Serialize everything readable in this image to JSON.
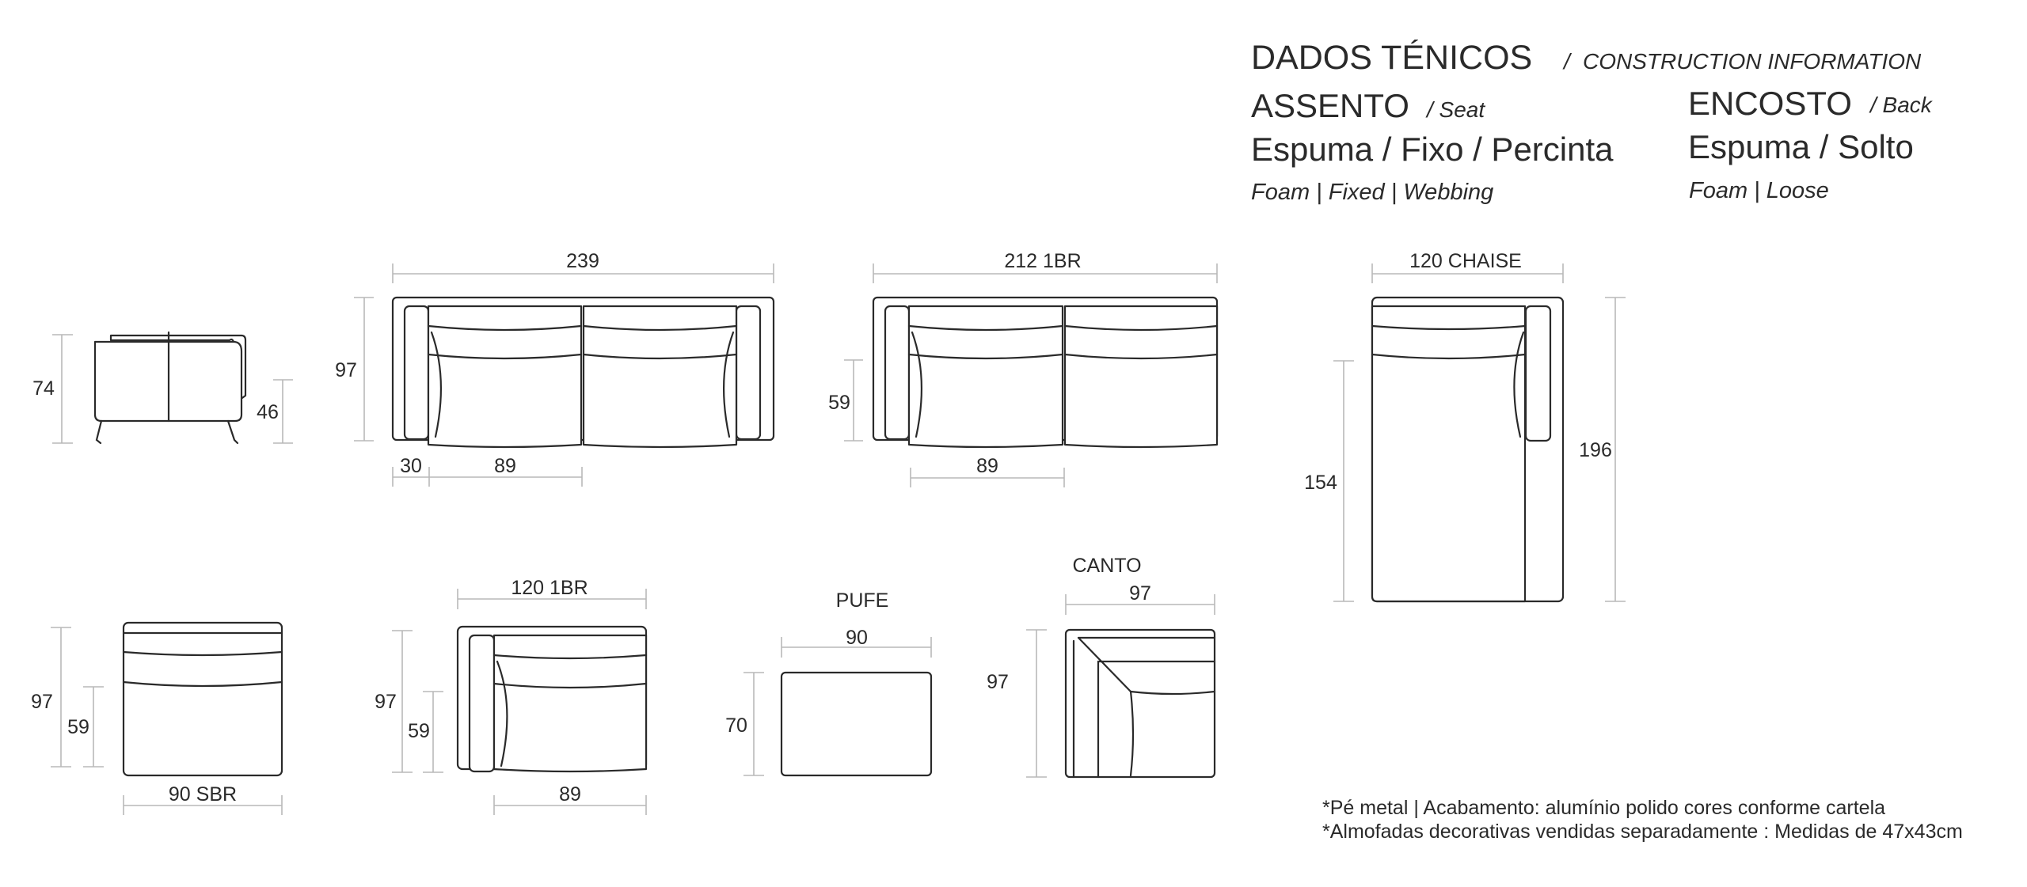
{
  "header": {
    "title": "DADOS TÉNICOS",
    "title_sep": "/",
    "title_translation": "CONSTRUCTION INFORMATION"
  },
  "seat": {
    "label": "ASSENTO",
    "label_translation": "/ Seat",
    "materials": "Espuma / Fixo / Percinta",
    "materials_translation": "Foam | Fixed | Webbing"
  },
  "back": {
    "label": "ENCOSTO",
    "label_translation": "/ Back",
    "materials": "Espuma / Solto",
    "materials_translation": "Foam | Loose"
  },
  "views": {
    "side": {
      "height": "74",
      "seat_height": "46"
    },
    "sofa_239": {
      "width": "239",
      "depth": "97",
      "arm": "30",
      "seat": "89"
    },
    "sofa_212": {
      "width": "212 1BR",
      "seat_depth": "59",
      "seat": "89"
    },
    "chaise": {
      "width": "120 CHAISE",
      "seat_depth": "154",
      "depth": "196"
    },
    "module_90": {
      "width": "90 SBR",
      "depth": "97",
      "seat_depth": "59"
    },
    "module_120": {
      "width": "120 1BR",
      "depth": "97",
      "seat_depth": "59",
      "seat": "89"
    },
    "pufe": {
      "title": "PUFE",
      "width": "90",
      "depth": "70"
    },
    "canto": {
      "title": "CANTO",
      "width": "97",
      "depth": "97"
    }
  },
  "notes": [
    "*Pé metal | Acabamento: alumínio polido cores conforme cartela",
    "*Almofadas decorativas vendidas separadamente : Medidas de 47x43cm"
  ]
}
